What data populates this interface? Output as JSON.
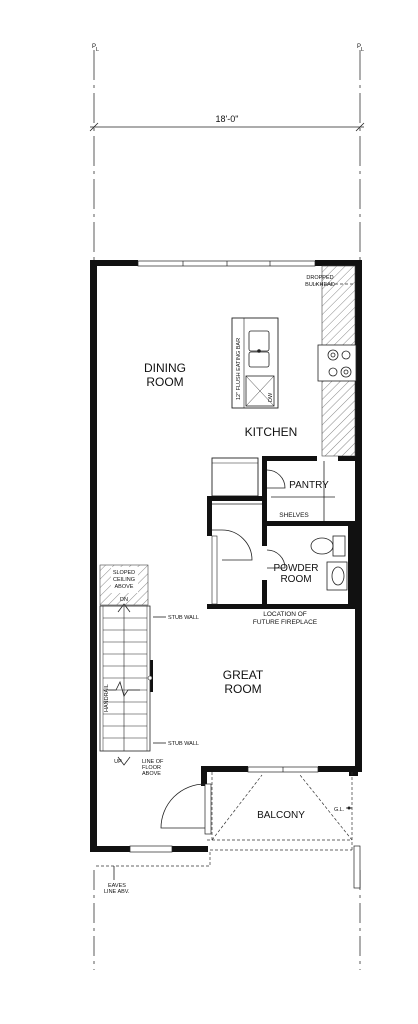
{
  "plan": {
    "dimension": "18'-0\"",
    "property_line_mark": "P",
    "property_line_sub": "L",
    "rooms": {
      "dining": [
        "DINING",
        "ROOM"
      ],
      "kitchen": "KITCHEN",
      "pantry": "PANTRY",
      "powder": [
        "POWDER",
        "ROOM"
      ],
      "great": [
        "GREAT",
        "ROOM"
      ],
      "balcony": "BALCONY"
    },
    "notes": {
      "bulkhead": [
        "DROPPED",
        "BULKHEAD"
      ],
      "eating_bar": "12\" FLUSH EATING BAR",
      "dw": "DW",
      "shelves": "SHELVES",
      "fireplace": [
        "LOCATION OF",
        "FUTURE FIREPLACE"
      ],
      "sloped_ceiling": [
        "SLOPED",
        "CEILING",
        "ABOVE"
      ],
      "dn": "DN",
      "up": "UP",
      "stub_wall_top": "STUB WALL",
      "stub_wall_bottom": "STUB WALL",
      "handrail": "HANDRAIL",
      "line_of_floor": [
        "LINE OF",
        "FLOOR",
        "ABOVE"
      ],
      "gl": "G.L.",
      "eaves": [
        "EAVES",
        "LINE ABV."
      ]
    }
  }
}
